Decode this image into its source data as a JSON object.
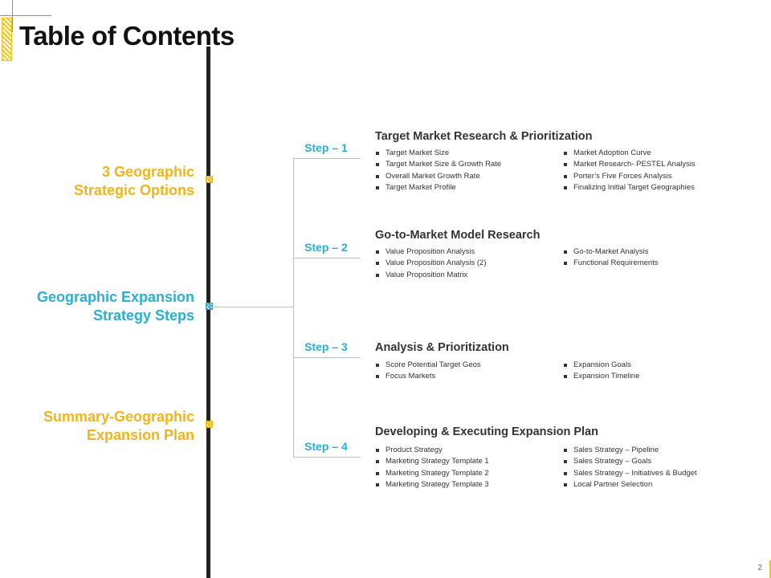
{
  "title": "Table of Contents",
  "left_labels": [
    {
      "lines": [
        "3 Geographic",
        "Strategic Options"
      ],
      "color": "#f0b51a"
    },
    {
      "lines": [
        "Geographic Expansion",
        "Strategy Steps"
      ],
      "color": "#2aaed3"
    },
    {
      "lines": [
        "Summary-Geographic",
        "Expansion Plan"
      ],
      "color": "#f0b51a"
    }
  ],
  "steps": [
    {
      "label": "Step – 1",
      "title": "Target Market Research & Prioritization",
      "left_items": [
        "Target Market Size",
        "Target Market Size & Growth Rate",
        "Overall Market Growth Rate",
        "Target Market Profile"
      ],
      "right_items": [
        "Market Adoption Curve",
        "Market Research- PESTEL Analysis",
        "Porter’s Five Forces Analysis",
        "Finalizing Initial Target Geographies"
      ]
    },
    {
      "label": "Step – 2",
      "title": "Go-to-Market Model Research",
      "left_items": [
        "Value Proposition Analysis",
        "Value Proposition Analysis (2)",
        "Value Proposition Matrix"
      ],
      "right_items": [
        "Go-to-Market Analysis",
        "Functional Requirements"
      ]
    },
    {
      "label": "Step – 3",
      "title": "Analysis & Prioritization",
      "left_items": [
        "Score Potential Target Geos",
        "Focus Markets"
      ],
      "right_items": [
        "Expansion Goals",
        "Expansion Timeline"
      ]
    },
    {
      "label": "Step – 4",
      "title": "Developing & Executing Expansion Plan",
      "left_items": [
        "Product Strategy",
        "Marketing Strategy Template 1",
        "Marketing Strategy Template 2",
        "Marketing Strategy Template 3"
      ],
      "right_items": [
        "Sales Strategy – Pipeline",
        "Sales Strategy – Goals",
        "Sales Strategy – Initiatives & Budget",
        "Local Partner Selection"
      ]
    }
  ],
  "page_number": "2",
  "colors": {
    "accent_blue": "#2aaed3",
    "accent_yellow": "#f0b51a",
    "timeline": "#222222"
  }
}
